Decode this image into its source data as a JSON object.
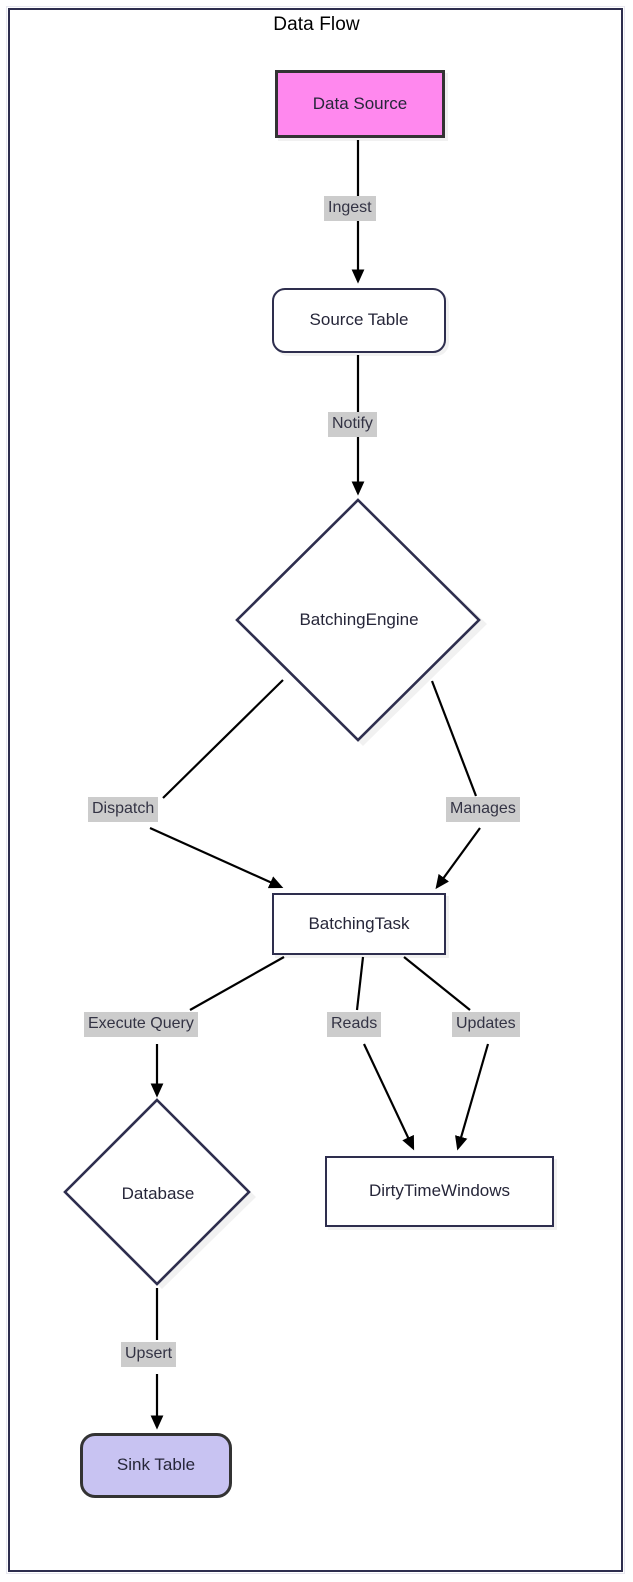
{
  "diagram": {
    "title": "Data Flow",
    "type": "flowchart",
    "direction": "top-down",
    "colors": {
      "border": "#2e2e4e",
      "text": "#262639",
      "edge_label_bg": "#cccccc",
      "data_source_fill": "#ff88ee",
      "sink_table_fill": "#c8c3f2",
      "node_fill": "#ffffff",
      "canvas_bg": "#ffffff"
    },
    "nodes": [
      {
        "id": "data_source",
        "label": "Data Source",
        "shape": "rectangle"
      },
      {
        "id": "source_table",
        "label": "Source Table",
        "shape": "rounded-rectangle"
      },
      {
        "id": "batching_engine",
        "label": "BatchingEngine",
        "shape": "diamond"
      },
      {
        "id": "batching_task",
        "label": "BatchingTask",
        "shape": "rectangle"
      },
      {
        "id": "database",
        "label": "Database",
        "shape": "diamond"
      },
      {
        "id": "dirty_time_windows",
        "label": "DirtyTimeWindows",
        "shape": "rectangle"
      },
      {
        "id": "sink_table",
        "label": "Sink Table",
        "shape": "rounded-rectangle"
      }
    ],
    "edges": [
      {
        "from": "data_source",
        "to": "source_table",
        "label": "Ingest"
      },
      {
        "from": "source_table",
        "to": "batching_engine",
        "label": "Notify"
      },
      {
        "from": "batching_engine",
        "to": "batching_task",
        "label": "Dispatch"
      },
      {
        "from": "batching_engine",
        "to": "batching_task",
        "label": "Manages"
      },
      {
        "from": "batching_task",
        "to": "database",
        "label": "Execute Query"
      },
      {
        "from": "batching_task",
        "to": "dirty_time_windows",
        "label": "Reads"
      },
      {
        "from": "batching_task",
        "to": "dirty_time_windows",
        "label": "Updates"
      },
      {
        "from": "database",
        "to": "sink_table",
        "label": "Upsert"
      }
    ]
  }
}
